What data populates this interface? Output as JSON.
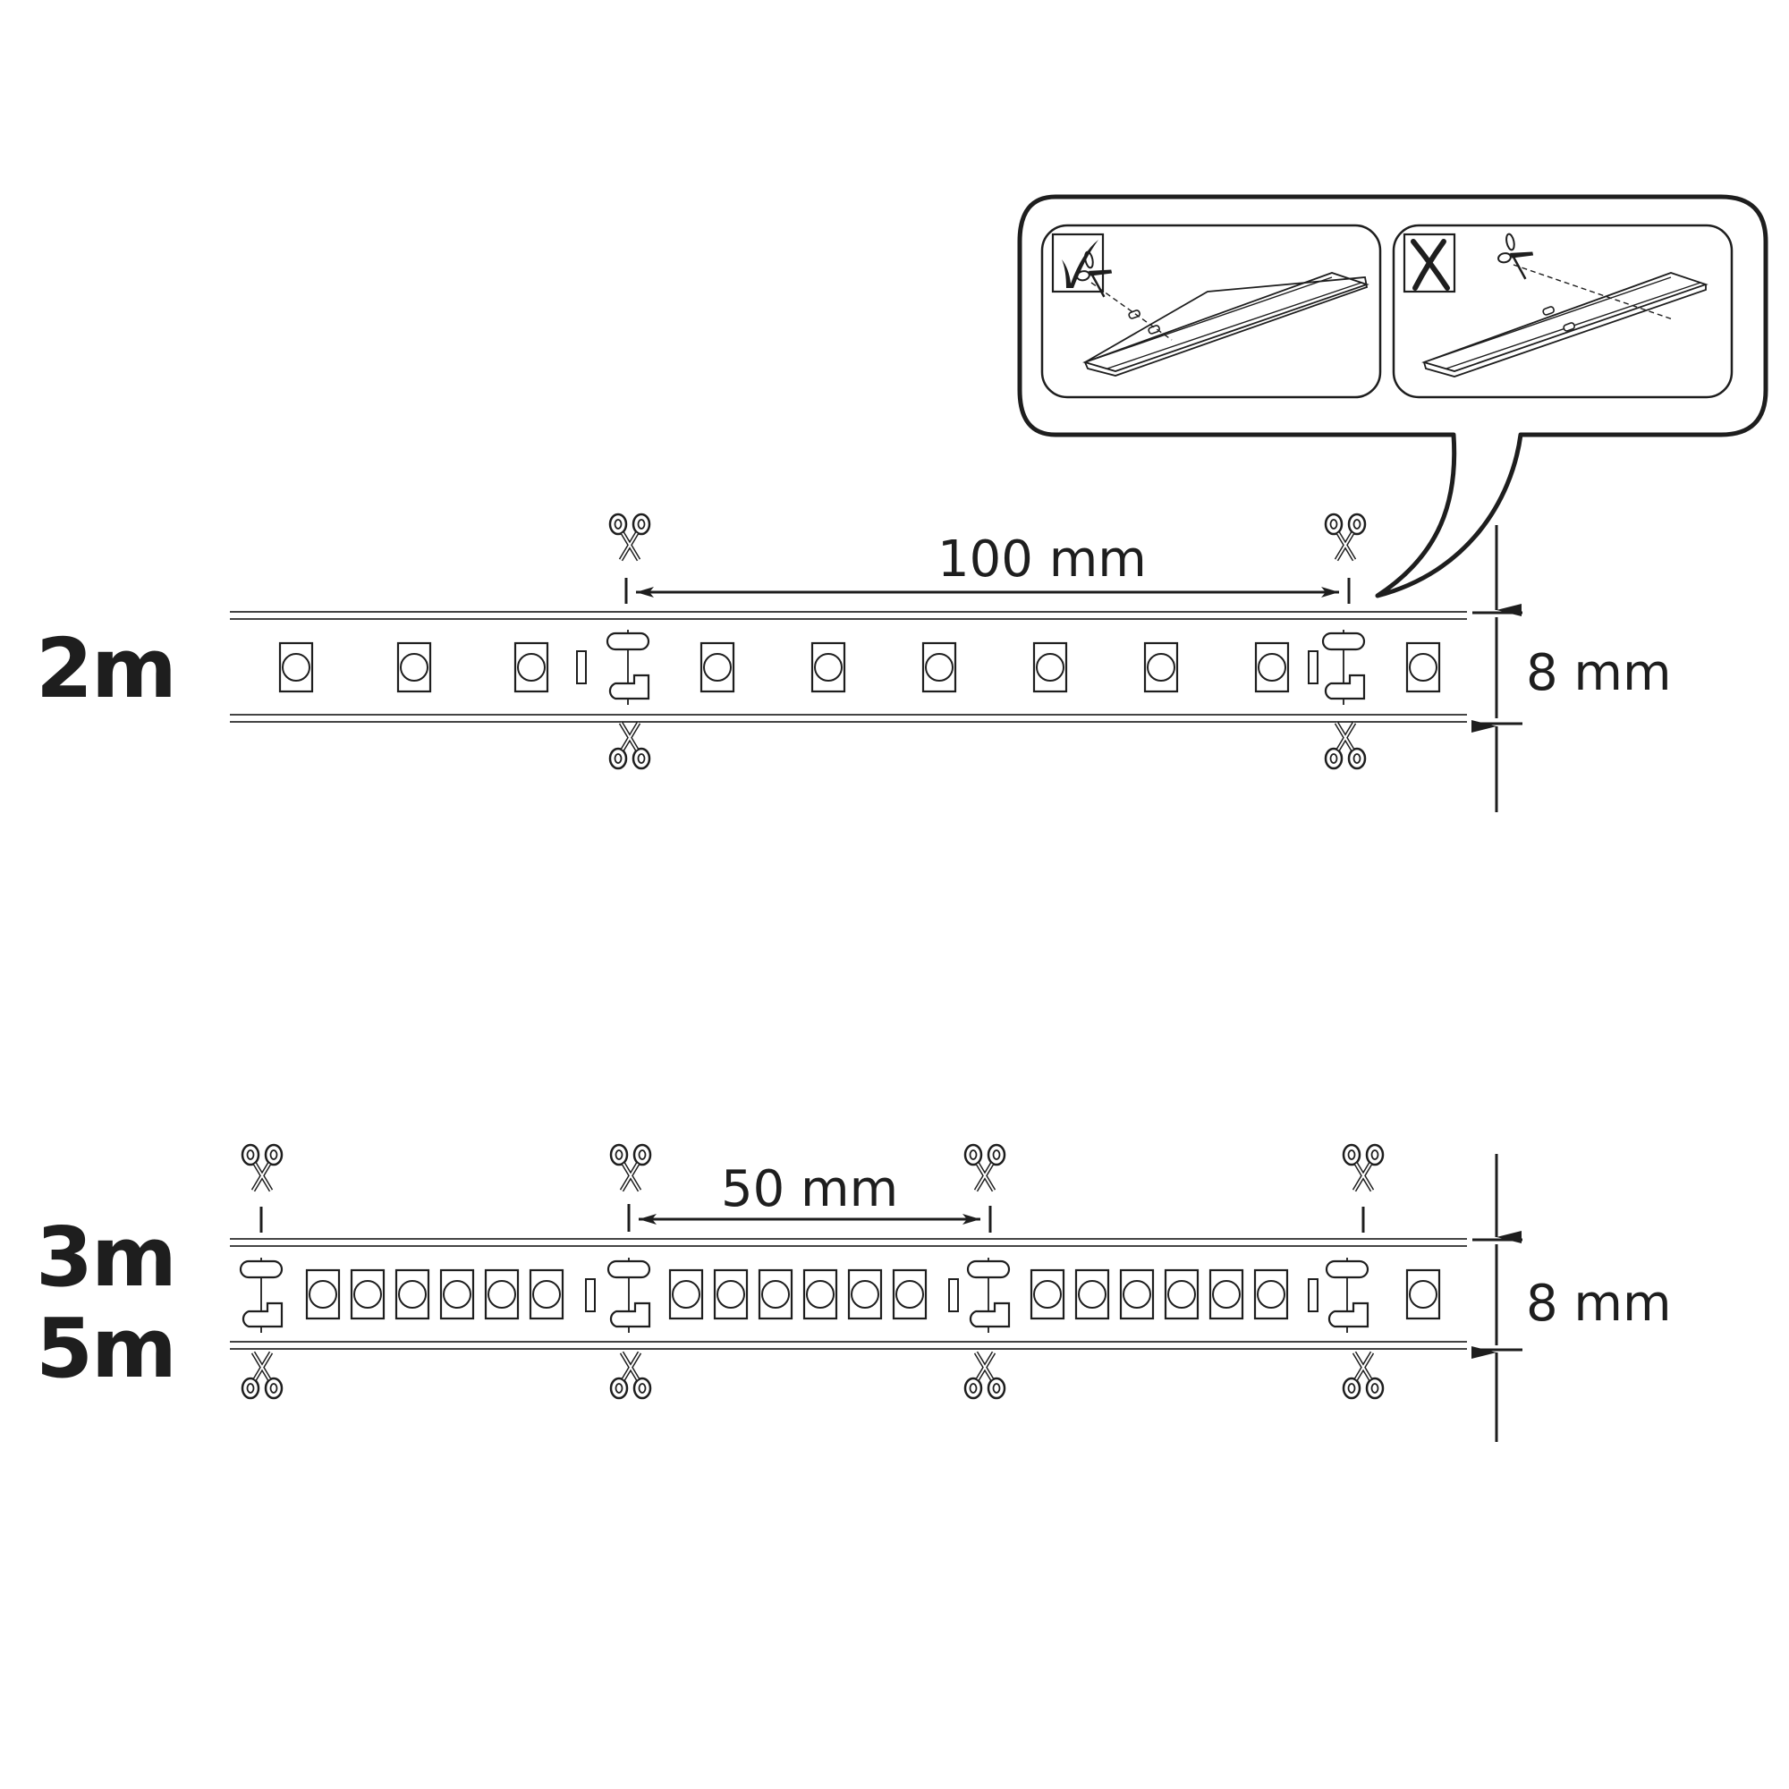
{
  "diagram": {
    "title": "LED strip cutting points",
    "colors": {
      "line": "#1e1e1e",
      "background": "#ffffff"
    }
  },
  "callout": {
    "correct_panel": {
      "mark": "✓",
      "icon": "checkmark-icon",
      "description": "cut through center of solder pads"
    },
    "wrong_panel": {
      "mark": "✗",
      "icon": "cross-icon",
      "description": "cut not through solder pads"
    }
  },
  "strip_2m": {
    "length_label": "2m",
    "cut_spacing_label": "100 mm",
    "width_label": "8 mm",
    "leds_per_segment": 6,
    "cut_icon": "scissors-icon"
  },
  "strip_3m_5m": {
    "length_labels": [
      "3m",
      "5m"
    ],
    "cut_spacing_label": "50 mm",
    "width_label": "8 mm",
    "leds_per_segment": 6,
    "cut_icon": "scissors-icon"
  }
}
